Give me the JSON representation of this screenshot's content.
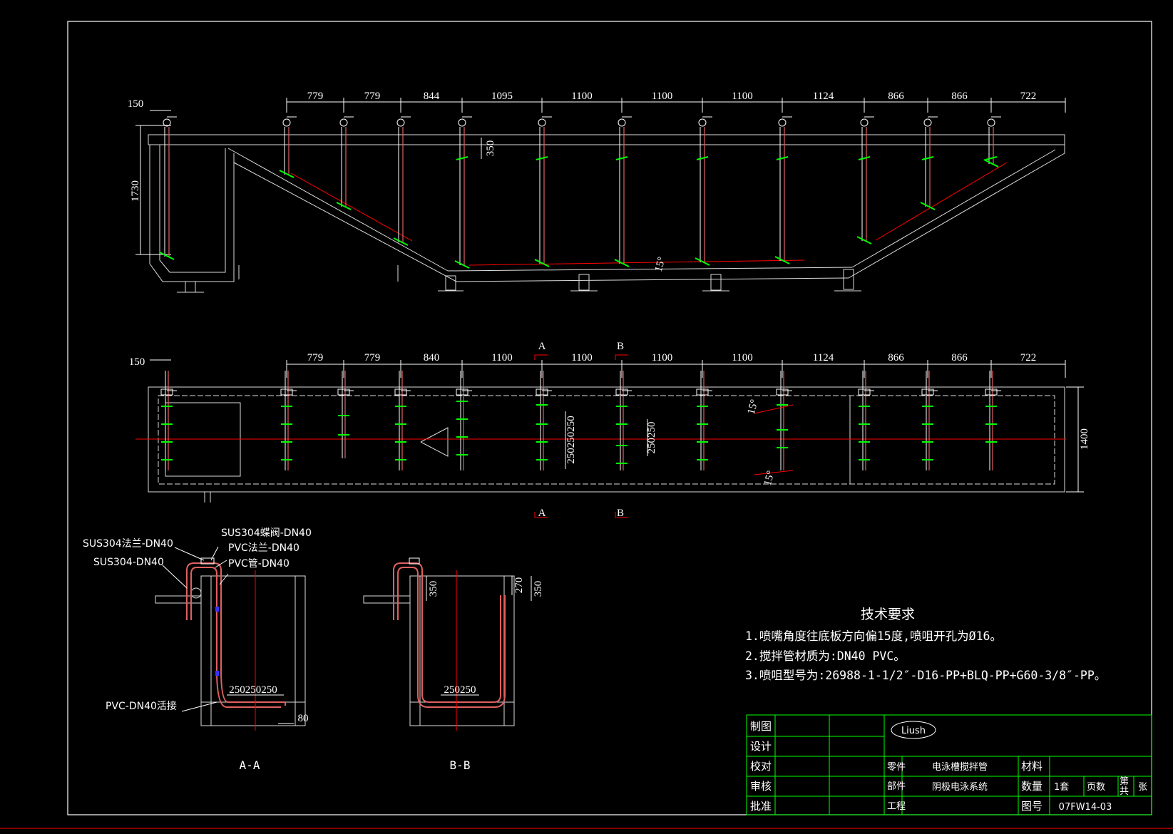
{
  "elevation": {
    "left_offset": "150",
    "height_dim": "1730",
    "spacings": [
      "779",
      "779",
      "844",
      "1095",
      "1100",
      "1100",
      "1100",
      "1124",
      "866",
      "866",
      "722"
    ],
    "nozzle_depth": "350",
    "angle": "15°"
  },
  "plan": {
    "left_offset": "150",
    "spacings": [
      "779",
      "779",
      "840",
      "1100",
      "1100",
      "1100",
      "1100",
      "1124",
      "866",
      "866",
      "722"
    ],
    "width_dim": "1400",
    "nozzle_pitch_a": "250250250",
    "nozzle_pitch_b": "250250",
    "angle_top": "15°",
    "angle_bottom": "15°",
    "section_a": "A",
    "section_b": "B"
  },
  "section_aa": {
    "title": "A-A",
    "labels": {
      "flange_sus": "SUS304法兰-DN40",
      "valve": "SUS304蝶阀-DN40",
      "flange_pvc": "PVC法兰-DN40",
      "pipe_sus": "SUS304-DN40",
      "pipe_pvc": "PVC管-DN40",
      "union": "PVC-DN40活接"
    },
    "pitch": "250250250",
    "gap": "80"
  },
  "section_bb": {
    "title": "B-B",
    "dim_left": "350",
    "dim_inner": "270",
    "dim_right": "350",
    "pitch": "250250"
  },
  "tech": {
    "title": "技术要求",
    "items": [
      "1.喷嘴角度往底板方向偏15度,喷咀开孔为Ø16。",
      "2.搅拌管材质为:DN40 PVC。",
      "3.喷咀型号为:26988-1-1/2″-D16-PP+BLQ-PP+G60-3/8″-PP。"
    ]
  },
  "titleblock": {
    "rows": [
      "制图",
      "设计",
      "校对",
      "审核",
      "批准"
    ],
    "logo": "Liush",
    "part_label": "零件",
    "assembly_label": "部件",
    "project_label": "工程",
    "part_name": "电泳槽搅拌管",
    "system_name": "阴极电泳系统",
    "material_label": "材料",
    "qty_label": "数量",
    "qty_value": "1套",
    "pages_label": "页数",
    "sheet_label": "第",
    "total_label": "共",
    "unit_label": "张",
    "drawing_no_label": "图号",
    "drawing_no": "07FW14-03"
  },
  "colors": {
    "background": "#000000",
    "lines": "#ffffff",
    "center": "#ff0000",
    "nozzle": "#00ff00",
    "border": "#ffffff",
    "table": "#00ff00"
  }
}
